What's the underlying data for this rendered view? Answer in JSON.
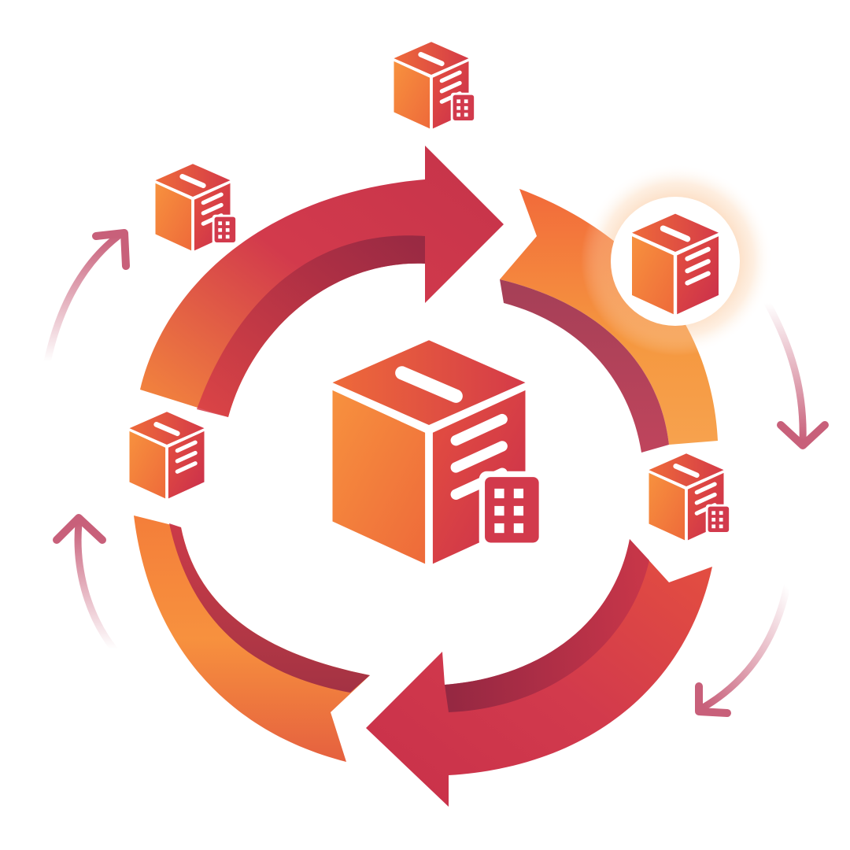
{
  "diagram": {
    "type": "cycle",
    "direction": "clockwise",
    "ring_segment_count": 4,
    "icons": {
      "center": "package-box-icon",
      "satellite": "package-box-icon",
      "arrow": "curved-arrow-icon"
    },
    "satellite_count": 5,
    "highlighted_satellite": "right-upper",
    "colors": {
      "orange": "#F58A3C",
      "orange_light": "#F7A24E",
      "red": "#D23A4C",
      "crimson": "#A82A45",
      "maroon": "#8E2741",
      "pink": "#C8607A",
      "glow": "#F9B47A",
      "background": "#FFFFFF"
    }
  }
}
